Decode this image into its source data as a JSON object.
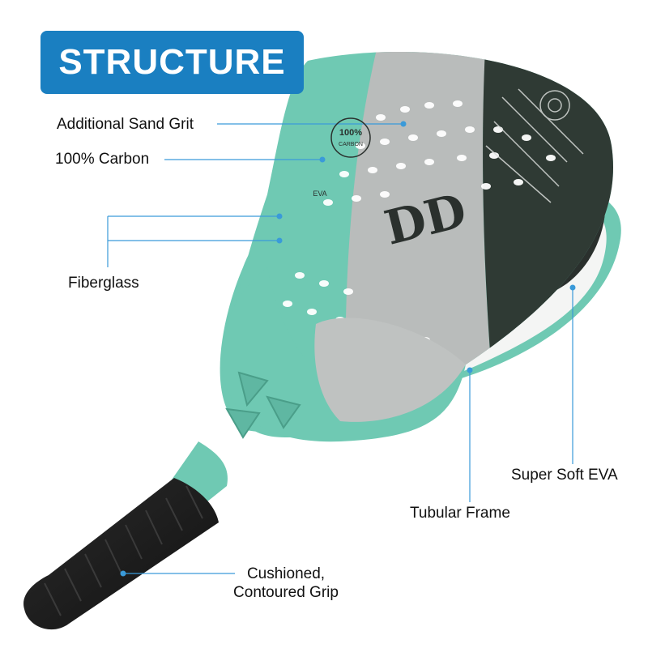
{
  "heading": "STRUCTURE",
  "labels": {
    "sand_grit": "Additional Sand Grit",
    "carbon": "100% Carbon",
    "fiberglass": "Fiberglass",
    "eva": "Super Soft EVA",
    "frame": "Tubular Frame",
    "grip_line1": "Cushioned,",
    "grip_line2": "Contoured Grip"
  },
  "paddle_print": {
    "badge_percent": "100%",
    "badge_text": "CARBON",
    "eva_mark": "EVA",
    "logo": "DD"
  },
  "colors": {
    "accent": "#1a7fc1",
    "teal": "#6fc9b3",
    "carbon_dark": "#2a302d",
    "eva_white": "#f4f5f4",
    "grip": "#1b1b1b",
    "leader_line": "#3a9ad9"
  }
}
